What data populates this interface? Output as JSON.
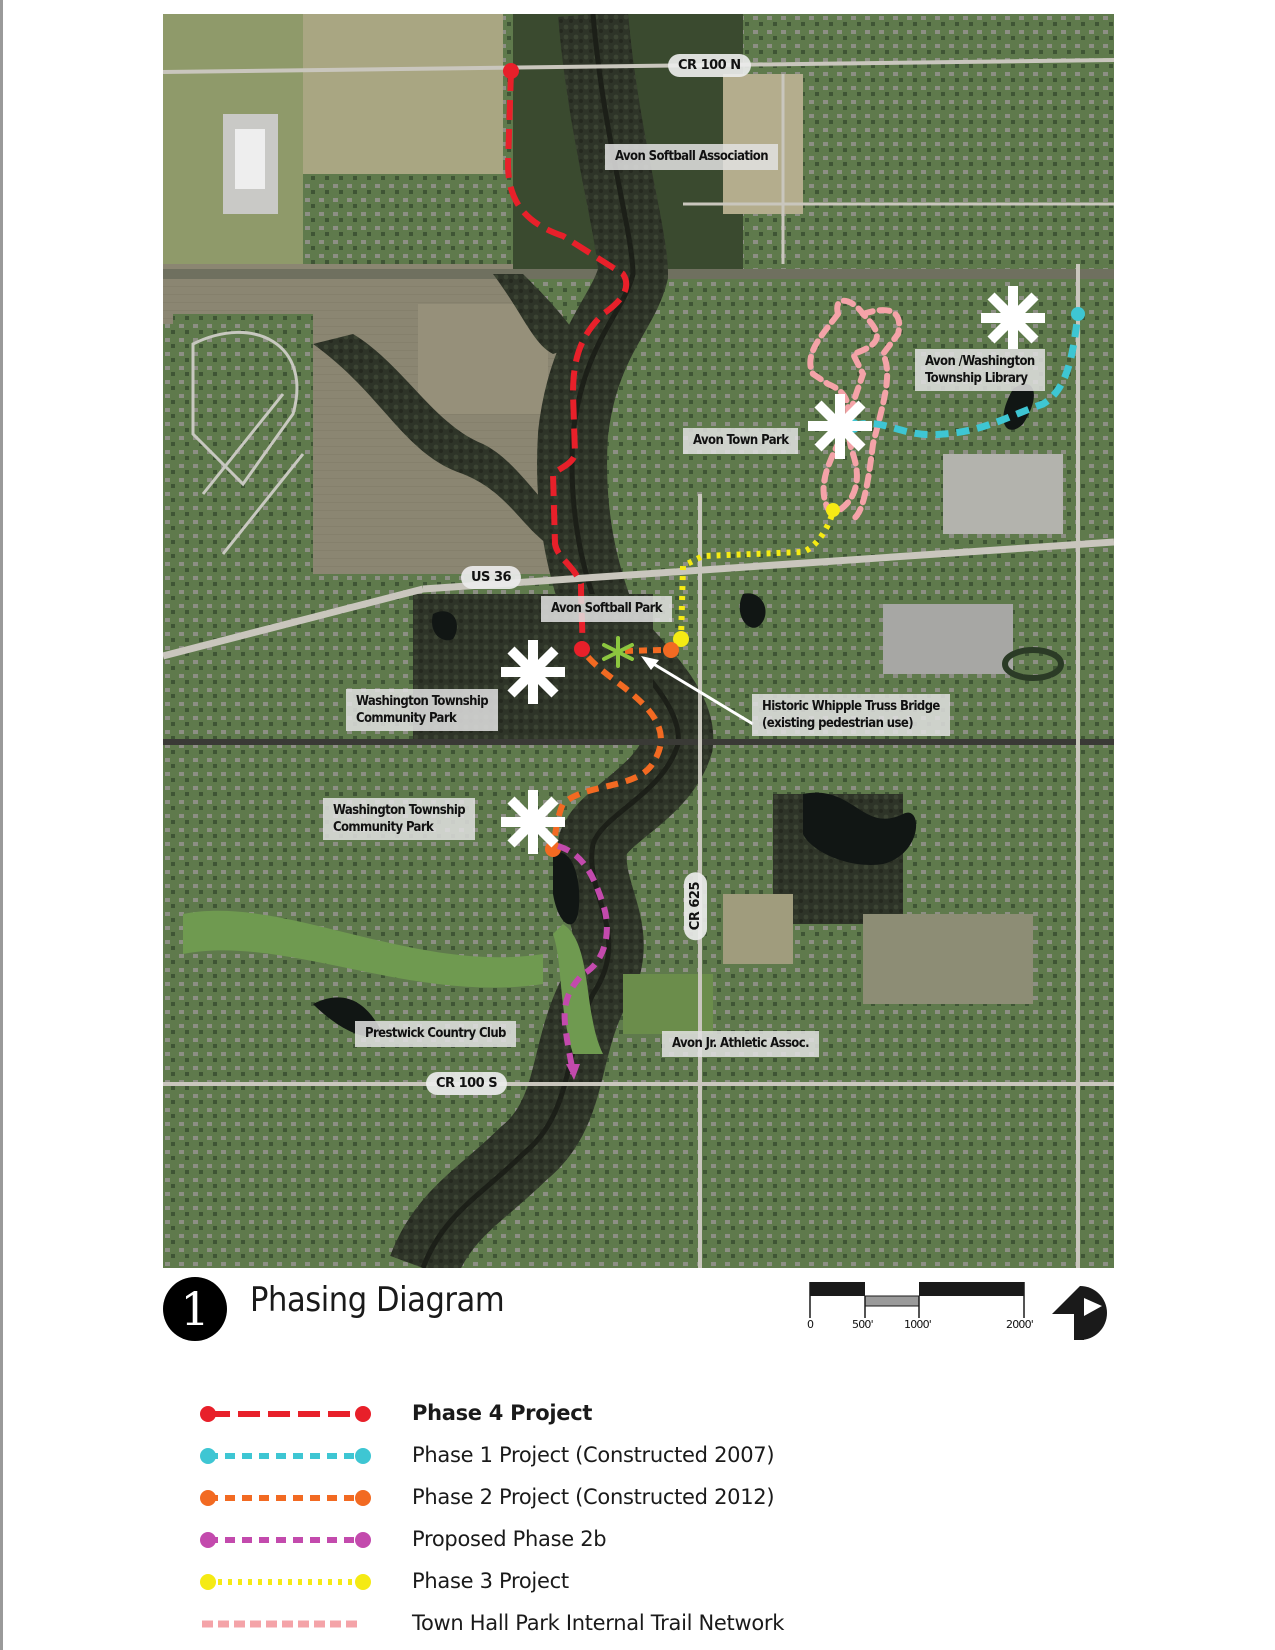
{
  "figure": {
    "number": "1",
    "title": "Phasing Diagram"
  },
  "map": {
    "road_labels": {
      "cr_100n": "CR 100 N",
      "us_36": "US 36",
      "cr_625": "CR 625",
      "cr_100s": "CR 100 S"
    },
    "place_labels": {
      "avon_softball_association": "Avon Softball Association",
      "avon_washington_library_line1": "Avon /Washington",
      "avon_washington_library_line2": "Township Library",
      "avon_town_park": "Avon Town Park",
      "avon_softball_park": "Avon Softball Park",
      "washington_park_north_line1": "Washington Township",
      "washington_park_north_line2": "Community Park",
      "historic_bridge_line1": "Historic Whipple Truss Bridge",
      "historic_bridge_line2": "(existing pedestrian use)",
      "washington_park_south_line1": "Washington Township",
      "washington_park_south_line2": "Community Park",
      "prestwick": "Prestwick Country Club",
      "avon_jr_athletic": "Avon Jr. Athletic Assoc."
    },
    "markers": {
      "park_asterisk": "asterisk-park-icon",
      "bridge_asterisk": "asterisk-bridge-icon"
    }
  },
  "scale_bar": {
    "ticks": [
      "0",
      "500'",
      "1000'",
      "2000'"
    ]
  },
  "north_arrow": "north-arrow-icon",
  "legend": {
    "items": [
      {
        "label": "Phase 4 Project",
        "color": "#e8202a",
        "style": "long-dash",
        "bold": true
      },
      {
        "label": "Phase 1 Project (Constructed 2007)",
        "color": "#3ec6d3",
        "style": "dash",
        "bold": false
      },
      {
        "label": "Phase 2 Project (Constructed 2012)",
        "color": "#f26a22",
        "style": "dash",
        "bold": false
      },
      {
        "label": "Proposed Phase 2b",
        "color": "#c34aad",
        "style": "dash",
        "bold": false
      },
      {
        "label": "Phase 3 Project",
        "color": "#f5ea14",
        "style": "dot",
        "bold": false
      },
      {
        "label": "Town Hall Park Internal Trail Network",
        "color": "#f4a3a8",
        "style": "dash-no-ends",
        "bold": false
      }
    ]
  },
  "colors": {
    "phase4": "#e8202a",
    "phase1": "#3ec6d3",
    "phase2": "#f26a22",
    "phase2b": "#c34aad",
    "phase3": "#f5ea14",
    "town_hall_trail": "#f4a3a8",
    "bridge_marker": "#8cc63f"
  }
}
